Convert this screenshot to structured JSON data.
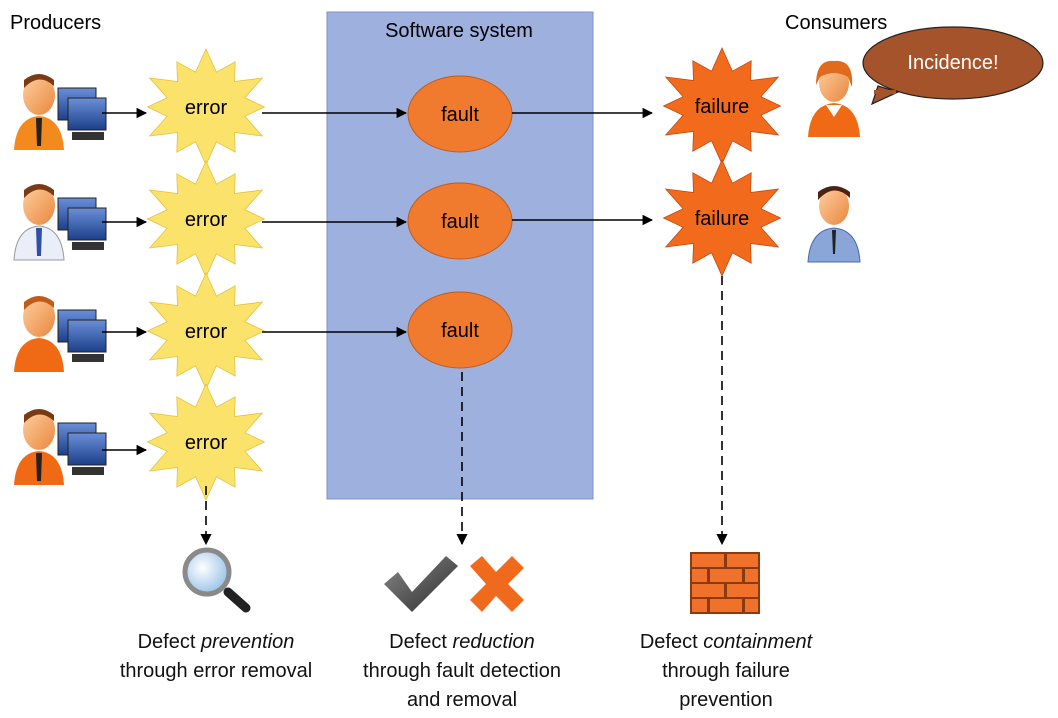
{
  "headers": {
    "producers": "Producers",
    "system": "Software system",
    "consumers": "Consumers"
  },
  "speech_bubble": "Incidence!",
  "errors": [
    "error",
    "error",
    "error",
    "error"
  ],
  "faults": [
    "fault",
    "fault",
    "fault"
  ],
  "failures": [
    "failure",
    "failure"
  ],
  "outcomes": {
    "prevention": {
      "prefix": "Defect ",
      "emphasis": "prevention",
      "line2": "through error removal"
    },
    "reduction": {
      "prefix": "Defect ",
      "emphasis": "reduction",
      "line2": "through fault detection",
      "line3": "and removal"
    },
    "containment": {
      "prefix": "Defect ",
      "emphasis": "containment",
      "line2": "through failure",
      "line3": "prevention"
    }
  },
  "colors": {
    "system_box": "#9db0de",
    "error_burst": "#fbe26a",
    "fault_oval": "#f07a2e",
    "failure_burst": "#f26b1d",
    "bubble": "#a4532a"
  },
  "icons": [
    "person-at-computer-icon",
    "consumer-icon",
    "magnifier-icon",
    "checkmark-icon",
    "cross-icon",
    "brick-wall-icon"
  ]
}
